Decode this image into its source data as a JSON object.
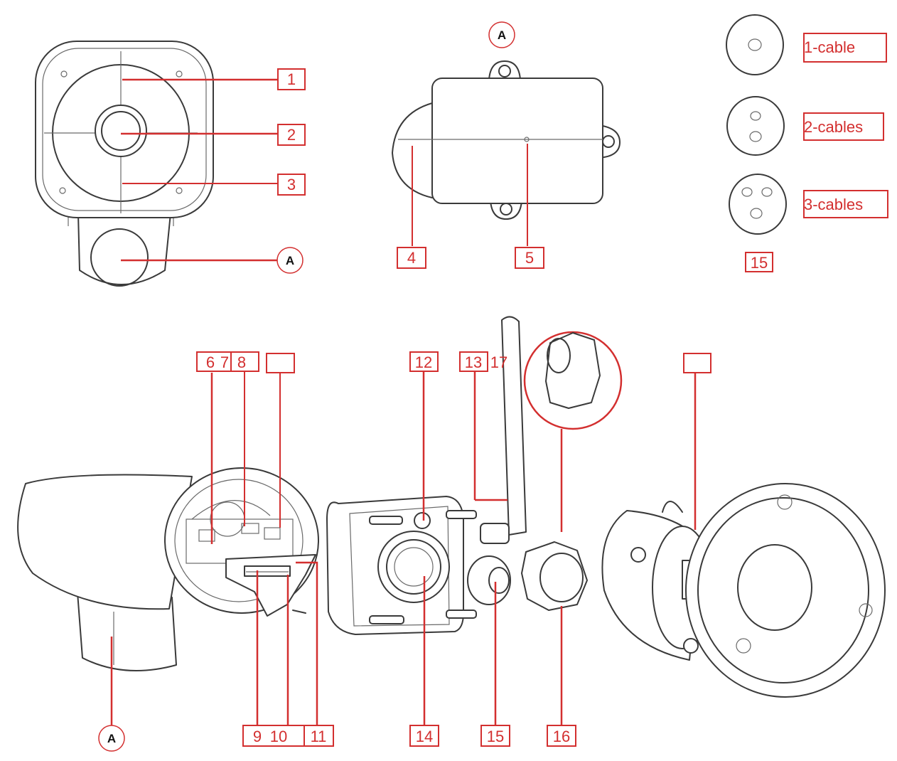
{
  "callouts": {
    "c1": "1",
    "c2": "2",
    "c3": "3",
    "c4": "4",
    "c5": "5",
    "c6": "6",
    "c7": "7",
    "c8": "8",
    "c9": "9",
    "c10": "10",
    "c11": "11",
    "c12": "12",
    "c13": "13",
    "c14": "14",
    "c15": "15",
    "c16": "16",
    "c17": "17",
    "c15_top": "15",
    "blank_a": "",
    "blank_b": ""
  },
  "markers": {
    "a_front": "A",
    "a_side": "A",
    "a_bottom": "A"
  },
  "grommets": {
    "one": "1-cable",
    "two": "2-cables",
    "three": "3-cables"
  },
  "colors": {
    "accent": "#d32f2f",
    "line_art": "#3a3a3a"
  }
}
